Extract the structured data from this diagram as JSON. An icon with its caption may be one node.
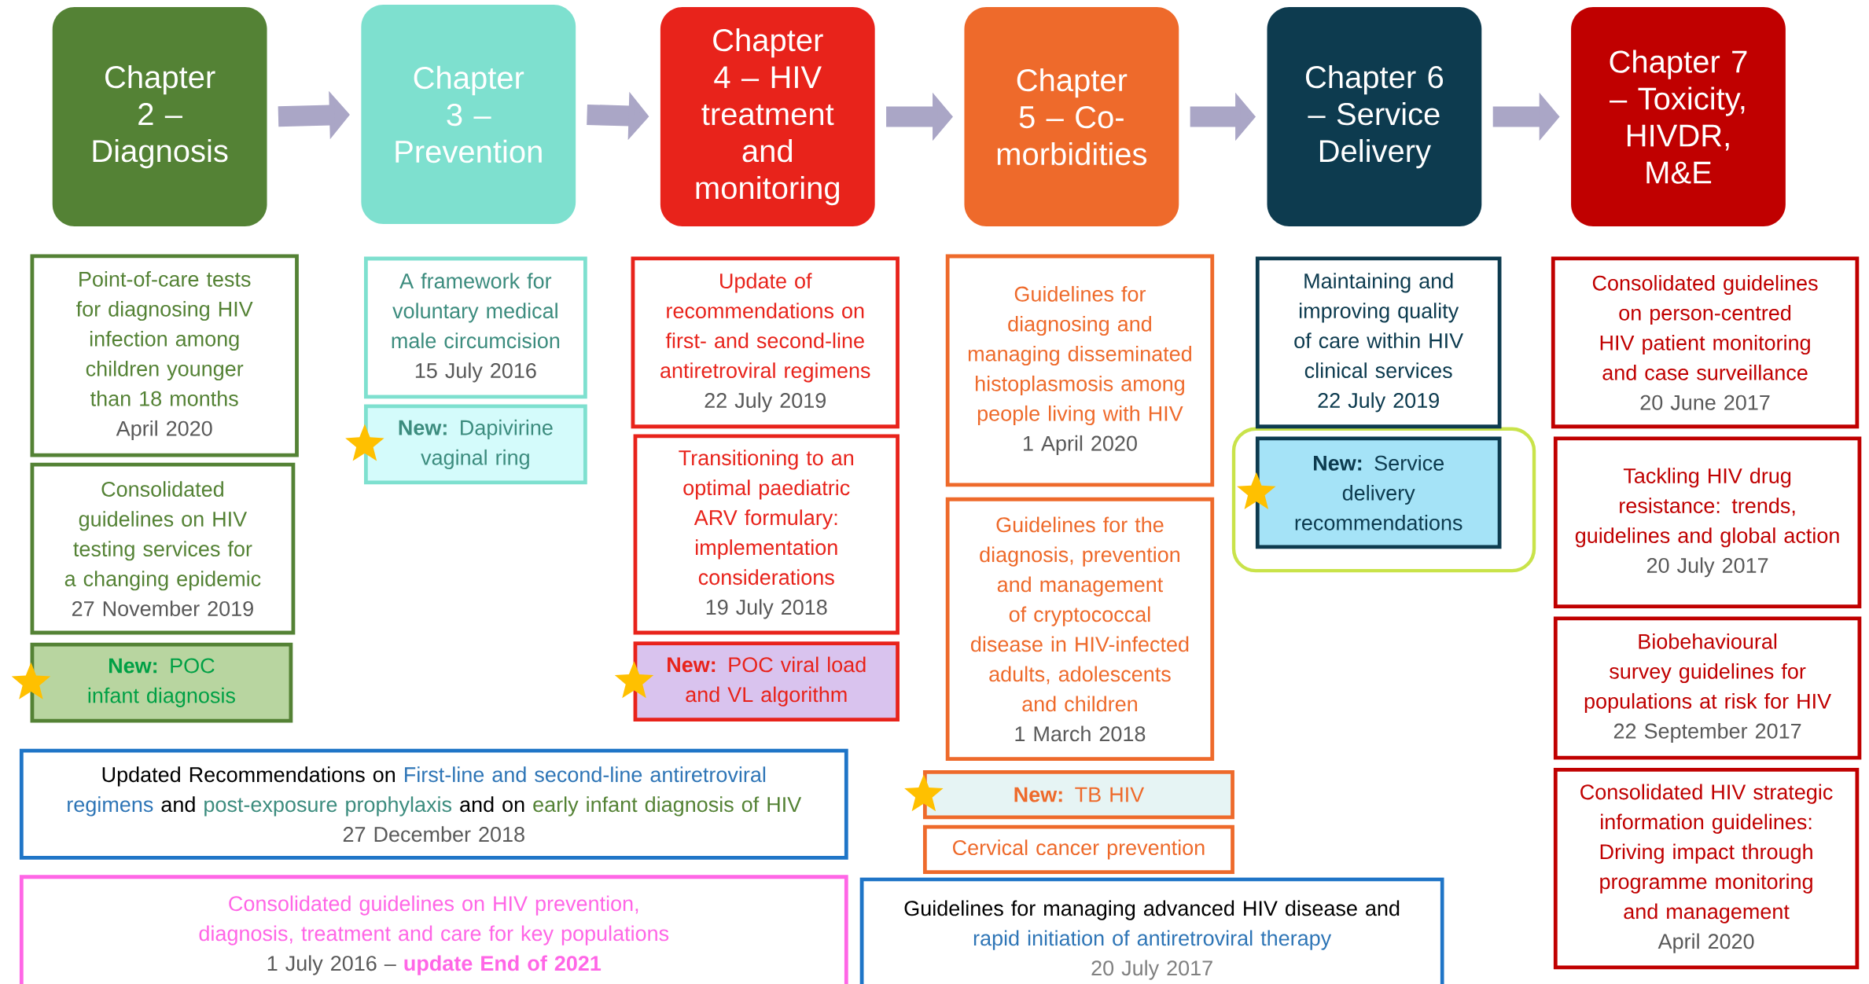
{
  "diagram": {
    "nodes": [
      {
        "text": [
          "Chapter 2 – Diagnosis"
        ]
      },
      {
        "text": [
          "Chapter 3 – Prevention"
        ]
      },
      {
        "text": [
          "Chapter 4 – HIV treatment and monitoring"
        ]
      },
      {
        "text": [
          "Chapter 5 – Co-morbidities"
        ]
      },
      {
        "text": [
          "Chapter 6 – Service Delivery"
        ]
      },
      {
        "text": [
          "Chapter 7 – Toxicity, HIVDR, M&E"
        ]
      },
      {
        "text": [
          "Point-of-care tests for diagnosing HIV infection among children younger than 18 months",
          "April 2020"
        ]
      },
      {
        "text": [
          "Consolidated guidelines on HIV testing services for a changing epidemic",
          "27 November 2019"
        ]
      },
      {
        "text": [
          "**New:** POC infant diagnosis"
        ]
      },
      {
        "text": [
          "A framework for voluntary medical male circumcision",
          "15 July 2016"
        ]
      },
      {
        "text": [
          "**New:** Dapivirine vaginal ring"
        ]
      },
      {
        "text": [
          "Update of recommendations on first- and second-line antiretroviral regimens",
          "22 July 2019"
        ]
      },
      {
        "text": [
          "Transitioning to an optimal paediatric ARV formulary: implementation considerations",
          "19 July 2018"
        ]
      },
      {
        "text": [
          "**New:** POC viral load and VL algorithm"
        ]
      },
      {
        "text": [
          "Guidelines for diagnosing and managing disseminated histoplasmosis among people living with HIV",
          "1 April 2020"
        ]
      },
      {
        "text": [
          "Guidelines for the diagnosis, prevention and management of cryptococcal disease in HIV-infected adults, adolescents and children",
          "1 March 2018"
        ]
      },
      {
        "text": [
          "**New:** TB HIV"
        ]
      },
      {
        "text": [
          "Cervical cancer prevention"
        ]
      },
      {
        "text": [
          "Maintaining and improving quality of care within HIV clinical services",
          "22 July 2019"
        ]
      },
      {
        "text": [
          "**New:** Service delivery recommendations"
        ]
      },
      {
        "text": [
          "Consolidated guidelines on person-centred HIV patient monitoring and case surveillance",
          "20 June 2017"
        ]
      },
      {
        "text": [
          "Tackling HIV drug resistance: trends, guidelines and global action",
          "20 July 2017"
        ]
      },
      {
        "text": [
          "Biobehavioural survey guidelines for populations at risk for HIV",
          "22 September 2017"
        ]
      },
      {
        "text": [
          "Consolidated HIV strategic information guidelines: Driving impact through programme monitoring and management",
          "April 2020"
        ]
      },
      {
        "text": [
          "Updated Recommendations on",
          "First-line and second-line antiretroviral regimens",
          "and",
          "post-exposure prophylaxis",
          "and on",
          "early infant diagnosis of HIV",
          "27 December 2018"
        ]
      },
      {
        "text": [
          "Consolidated guidelines on HIV prevention, diagnosis, treatment and care for key populations",
          "1 July 2016 –",
          "update End of 2021"
        ]
      },
      {
        "text": [
          "Guidelines for managing advanced HIV disease and",
          "rapid initiation of antiretroviral therapy",
          "20 July 2017"
        ]
      }
    ],
    "edges": [
      {
        "from": 0,
        "to": 1,
        "arrow": "to"
      },
      {
        "from": 1,
        "to": 2,
        "arrow": "to"
      },
      {
        "from": 2,
        "to": 3,
        "arrow": "to"
      },
      {
        "from": 3,
        "to": 4,
        "arrow": "to"
      },
      {
        "from": 4,
        "to": 5,
        "arrow": "to"
      }
    ]
  }
}
